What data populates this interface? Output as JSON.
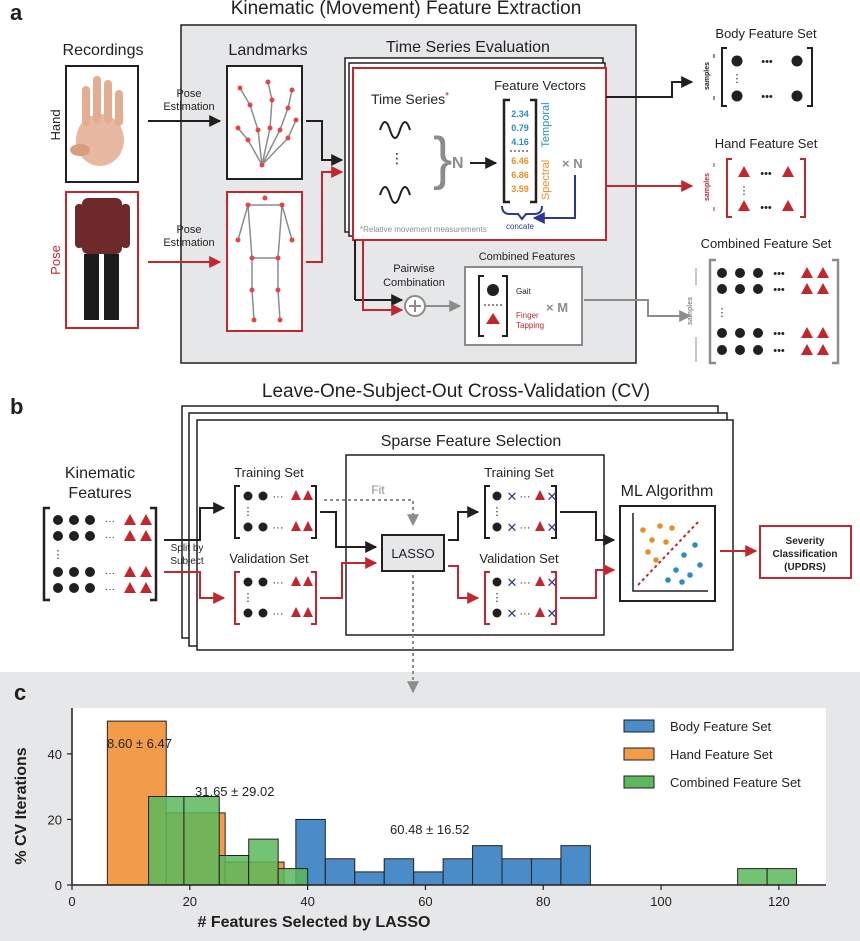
{
  "colors": {
    "red": "#c1272d",
    "black": "#231f20",
    "gray": "#8c8c8c",
    "panel_gray": "#e6e7e8",
    "blue_accent": "#2b3990",
    "temporal_blue": "#2b8cc4",
    "spectral_orange": "#e88f23",
    "body_bar": "#4a8cc8",
    "hand_bar": "#f29c4a",
    "combined_bar": "#5cb85c"
  },
  "panel_a": {
    "letter": "a",
    "title": "Kinematic (Movement) Feature Extraction",
    "recordings": "Recordings",
    "landmarks": "Landmarks",
    "hand_label": "Hand",
    "pose_label": "Pose",
    "pose_estimation_1": "Pose",
    "pose_estimation_2": "Estimation",
    "time_series_evaluation": "Time Series Evaluation",
    "time_series": "Time Series",
    "asterisk": "*",
    "feature_vectors": "Feature Vectors",
    "n_symbol": "N",
    "times_n": "× N",
    "temporal": "Temporal",
    "spectral": "Spectral",
    "temporal_values": [
      "2.34",
      "0.79",
      "4.16"
    ],
    "spectral_values": [
      "6.46",
      "6.86",
      "3.59"
    ],
    "concate": "concate",
    "footnote": "*Relative movement measurements",
    "pairwise_1": "Pairwise",
    "pairwise_2": "Combination",
    "combined_features": "Combined Features",
    "gait": "Gait",
    "finger_tapping_1": "Finger",
    "finger_tapping_2": "Tapping",
    "times_m": "× M",
    "body_set": "Body Feature Set",
    "hand_set": "Hand Feature Set",
    "combined_set": "Combined Feature Set",
    "samples": "samples",
    "dots": "•••"
  },
  "panel_b": {
    "letter": "b",
    "title": "Leave-One-Subject-Out Cross-Validation (CV)",
    "kinematic_1": "Kinematic",
    "kinematic_2": "Features",
    "split_1": "Split by",
    "split_2": "Subject",
    "sparse_selection": "Sparse Feature Selection",
    "training_set": "Training Set",
    "validation_set": "Validation Set",
    "fit": "Fit",
    "lasso": "LASSO",
    "ml_algorithm": "ML Algorithm",
    "severity_1": "Severity",
    "severity_2": "Classification",
    "severity_3": "(UPDRS)",
    "dots": "···",
    "cross": "✕"
  },
  "panel_c": {
    "letter": "c"
  },
  "chart_data": {
    "type": "bar",
    "ylabel": "% CV Iterations",
    "xlabel": "#  Features Selected by LASSO",
    "xlim": [
      0,
      128
    ],
    "ylim": [
      0,
      54
    ],
    "xticks": [
      0,
      20,
      40,
      60,
      80,
      100,
      120
    ],
    "yticks": [
      0,
      20,
      40
    ],
    "legend": "top-right",
    "grid": false,
    "series": [
      {
        "name": "Body Feature Set",
        "color": "#4a8cc8",
        "annotation": "60.48 ± 16.52",
        "bins": [
          [
            38,
            43
          ],
          [
            43,
            48
          ],
          [
            48,
            53
          ],
          [
            53,
            58
          ],
          [
            58,
            63
          ],
          [
            63,
            68
          ],
          [
            68,
            73
          ],
          [
            73,
            78
          ],
          [
            78,
            83
          ],
          [
            83,
            88
          ]
        ],
        "values": [
          20,
          8,
          4,
          8,
          4,
          8,
          12,
          8,
          8,
          12
        ]
      },
      {
        "name": "Hand Feature Set",
        "color": "#f29c4a",
        "annotation": "8.60 ± 6.47",
        "bins": [
          [
            6,
            16
          ],
          [
            16,
            26
          ],
          [
            26,
            36
          ]
        ],
        "values": [
          50,
          22,
          7
        ]
      },
      {
        "name": "Combined Feature Set",
        "color": "#5cb85c",
        "annotation": "31.65 ± 29.02",
        "bins": [
          [
            13,
            19
          ],
          [
            19,
            25
          ],
          [
            25,
            30
          ],
          [
            30,
            35
          ],
          [
            35,
            40
          ],
          [
            113,
            118
          ],
          [
            118,
            123
          ]
        ],
        "values": [
          27,
          27,
          9,
          14,
          5,
          5,
          5
        ]
      }
    ]
  }
}
